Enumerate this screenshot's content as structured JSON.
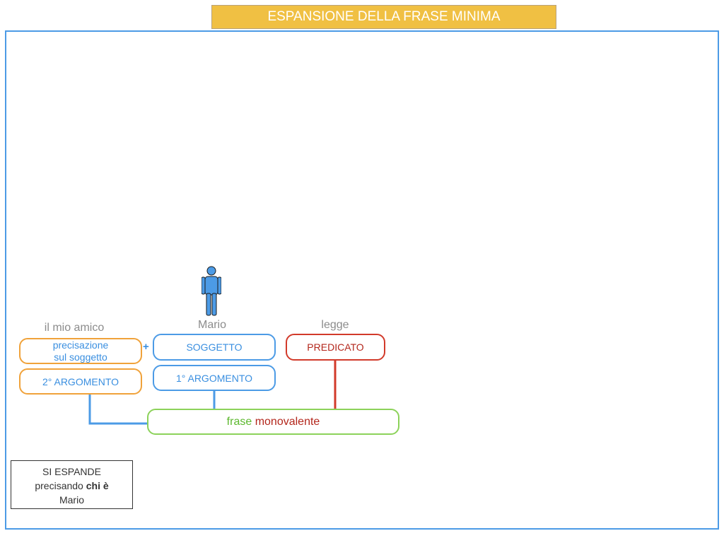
{
  "title": "ESPANSIONE DELLA FRASE MINIMA",
  "labels": {
    "expansion": "il mio amico",
    "subject_word": "Mario",
    "verb_word": "legge"
  },
  "boxes": {
    "precision_line1": "precisazione",
    "precision_line2": "sul soggetto",
    "second_argument": "2° ARGOMENTO",
    "plus": "+",
    "subject": "SOGGETTO",
    "first_argument": "1° ARGOMENTO",
    "predicate": "PREDICATO"
  },
  "sentence": {
    "part1": "frase",
    "part2": "monovalente"
  },
  "note": {
    "line1": "SI ESPANDE",
    "line2_prefix": "precisando",
    "line2_bold": "chi è",
    "line3": "Mario"
  },
  "icons": {
    "person": "person-icon"
  },
  "colors": {
    "title_bg": "#f0c043",
    "frame": "#4c9be6",
    "orange": "#f0a23a",
    "blue": "#4c9be6",
    "red": "#d23a2a",
    "green": "#8cd25a"
  }
}
